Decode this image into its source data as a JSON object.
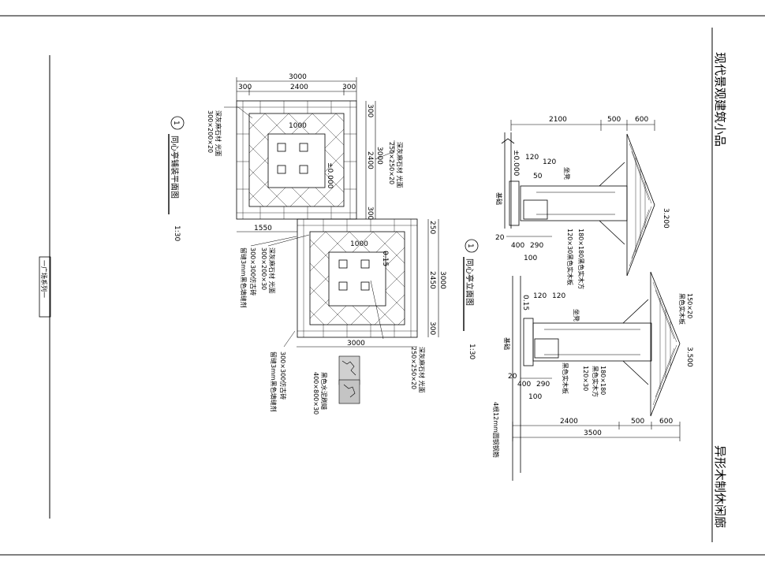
{
  "title_block": {
    "project_title": "现代景观建筑小品",
    "drawing_title": "异形木制休闲廊",
    "series_label": "一广场系列一"
  },
  "plan": {
    "title": "同心亭铺装平面图",
    "number": "1",
    "scale": "1:30",
    "dims": {
      "total_width_top": "3000",
      "edge_left": "300",
      "inner_span": "2400",
      "edge_right": "300",
      "inner_square": "1000",
      "side_300": "300",
      "side_2400": "2400",
      "side_3000": "3000",
      "side_bottom": "300",
      "level": "±0.000",
      "lower_total": "3000",
      "lower_left": "250",
      "lower_mid": "2450",
      "lower_right": "300",
      "lower_height": "3000",
      "offset": "1550",
      "lower_square": "1000",
      "lower_level": "0.15"
    },
    "notes": {
      "upper_stone": "深灰麻石材 光面",
      "upper_stone_size": "300×200×20",
      "mid_stone": "深灰麻石材 光面",
      "mid_stone_size": "250×250×20",
      "pav_a": "300×300仿古砖",
      "pav_a2": "留缝3mm黑色填缝剂",
      "pav_b": "深灰麻石材 光面",
      "pav_b2": "300×200×30",
      "pav_c": "300×300仿古砖",
      "pav_c2": "留缝3mm黑色填缝剂",
      "texture": "黑色水泥刷蜡",
      "texture_size": "400×800×30",
      "lower_stone": "深灰麻石材 光面",
      "lower_stone_size": "250×250×20"
    }
  },
  "elevation": {
    "title": "同心亭立面图",
    "number": "1",
    "scale": "1:30",
    "top": {
      "d2100": "2100",
      "d500": "500",
      "d600": "600",
      "d120a": "120",
      "d120b": "120",
      "d50": "50",
      "level": "±0.000",
      "height": "3.200",
      "d20": "20",
      "d400": "400",
      "d290": "290",
      "d100": "100",
      "label_seat": "坐凳",
      "label_base": "基础",
      "beam": "180×180黑色实木方",
      "board": "120×30黑色实木板"
    },
    "bottom": {
      "d120a": "120",
      "d120b": "120",
      "d015": "0.15",
      "d2400": "2400",
      "d500": "500",
      "d600": "600",
      "d3500": "3500",
      "d20": "20",
      "d400": "400",
      "d290": "290",
      "d100": "100",
      "height": "3.500",
      "label_seat": "坐凳",
      "label_base": "基础",
      "roof": "150×20",
      "roof2": "黑色实木板",
      "beam": "180×180",
      "beam2": "黑色实木方",
      "board": "120×30",
      "board2": "黑色实木板",
      "anchor": "4根12mm圆钢钢筋"
    }
  }
}
